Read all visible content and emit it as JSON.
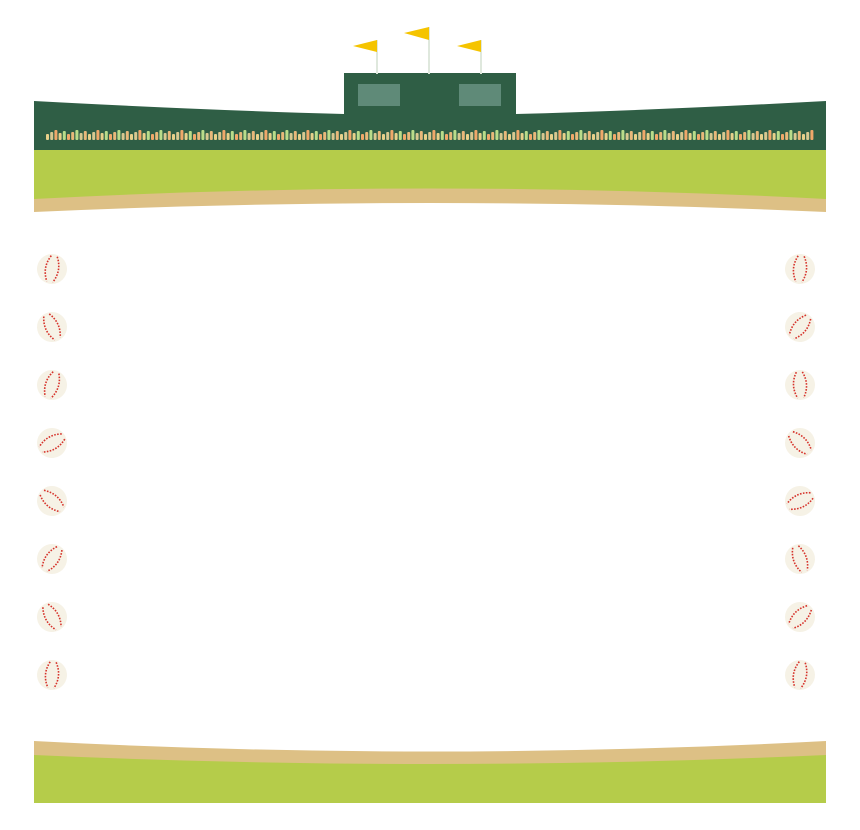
{
  "colors": {
    "stadium": "#2f5e45",
    "scoreboard_screen": "#5f8a78",
    "flag": "#f5c400",
    "flagpole": "#dfe8dd",
    "grass": "#b5cc4a",
    "dirt": "#ddc085",
    "ball": "#f6f2e6",
    "stitch": "#d6332b",
    "crowd": [
      "#e8d08a",
      "#f0a86a",
      "#b9dc8a",
      "#e8b87a",
      "#d8c890"
    ]
  },
  "decoration": {
    "flag_count": 3,
    "scoreboard_screen_count": 2,
    "baseballs_per_side": 8,
    "ball_rotations": [
      10,
      -25,
      18,
      60,
      -50,
      35,
      -30,
      5
    ]
  }
}
